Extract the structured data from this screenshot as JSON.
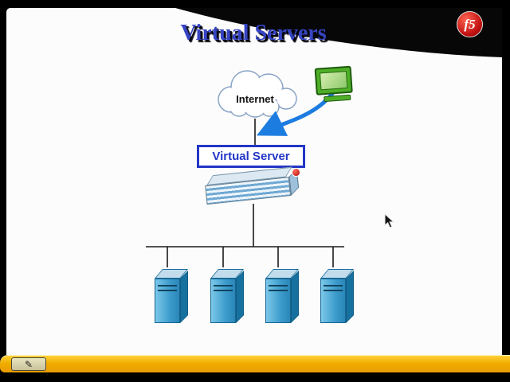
{
  "slide": {
    "title": "Virtual Servers",
    "logo": "f5"
  },
  "diagram": {
    "internet_label": "Internet",
    "virtual_server_label": "Virtual Server",
    "backend_server_count": 4
  },
  "icons": {
    "pencil": "✎"
  },
  "colors": {
    "title_blue": "#3644c4",
    "virtual_server_border": "#2336c6",
    "arrow_blue": "#1d7ce0",
    "server_blue": "#3d9ccc",
    "appliance_stripe_blue": "#6fa9d4",
    "computer_green": "#4fae27",
    "toolbar_gold": "#f0ad00",
    "logo_red": "#c01010"
  }
}
